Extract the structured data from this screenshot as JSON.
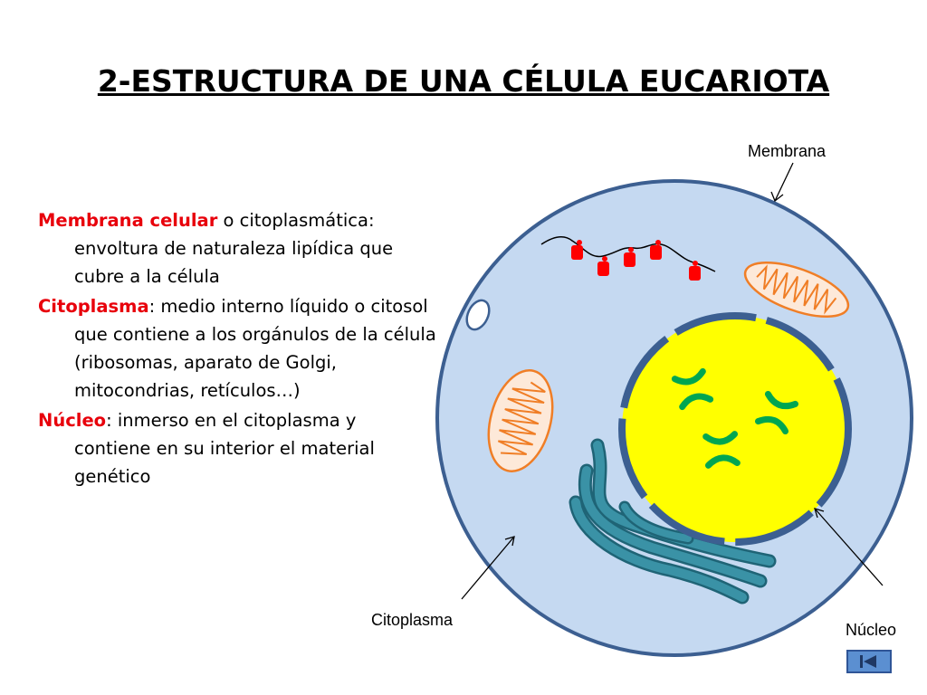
{
  "title": "2-ESTRUCTURA DE UNA CÉLULA EUCARIOTA",
  "bullets": [
    {
      "term": "Membrana celular",
      "rest": " o citoplasmática: envoltura de naturaleza lipídica que cubre a la célula"
    },
    {
      "term": "Citoplasma",
      "rest": ": medio interno líquido o citosol que contiene a los orgánulos de la célula (ribosomas, aparato de Golgi, mitocondrias, retículos…)"
    },
    {
      "term": "Núcleo",
      "rest": ": inmerso en el citoplasma y contiene en su interior el material genético"
    }
  ],
  "labels": {
    "membrana": "Membrana",
    "citoplasma": "Citoplasma",
    "nucleo": "Núcleo"
  },
  "colors": {
    "cell_fill": "#c5d9f1",
    "cell_border": "#3c5f91",
    "nucleus_fill": "#ffff00",
    "nuclear_envelope": "#3c5f91",
    "chromosome": "#00a651",
    "mitochondria": "#f07e26",
    "ribosome": "#ff0000",
    "reticulum": "#2f7f8f",
    "term": "#e8000b"
  },
  "nav": {
    "icon": "skip-back-icon"
  }
}
